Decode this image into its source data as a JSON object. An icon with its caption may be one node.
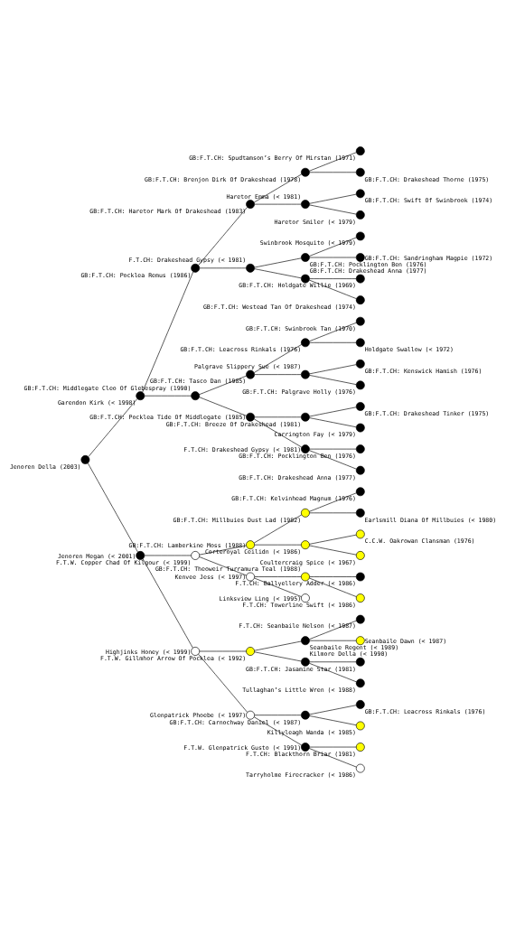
{
  "diagram": {
    "nodes": [
      {
        "text": [],
        "shape": "circle",
        "beside": [
          "GB:F.T.CH: Spudtamson’s Berry Of Mirstan (1971)"
        ]
      },
      {
        "text": [],
        "shape": "circle",
        "beside": [
          "GB:F.T.CH: Brenjon Dirk Of Drakeshead (1978)"
        ]
      },
      {
        "text": [],
        "shape": "circle",
        "beside": [
          "GB:F.T.CH: Drakeshead Thorne (1975)"
        ]
      },
      {
        "text": [],
        "shape": "circle",
        "beside": [
          "GB:F.T.CH: Haretor Mark Of Drakeshead (1983)"
        ]
      },
      {
        "text": [],
        "shape": "circle",
        "beside": [
          "GB:F.T.CH: Swift Of Swinbrook (1974)"
        ]
      },
      {
        "text": [],
        "shape": "circle",
        "beside": [
          "Haretor Emma (< 1981)"
        ]
      },
      {
        "text": [],
        "shape": "circle",
        "beside": [
          "Haretor Smiler (< 1979)"
        ]
      },
      {
        "text": [],
        "shape": "circle",
        "beside": [
          "GB:F.T.CH: Pocklea Remus (1986)"
        ]
      },
      {
        "text": [],
        "shape": "circle",
        "beside": [
          "Swinbrook Mosquito (< 1979)"
        ]
      },
      {
        "text": [],
        "shape": "circle",
        "beside": [
          "GB:F.T.CH: Pocklington Ben (1976)"
        ]
      },
      {
        "text": [],
        "shape": "circle",
        "beside": [
          "GB:F.T.CH: Sandringham Magpie (1972)"
        ]
      },
      {
        "text": [],
        "shape": "circle",
        "beside": [
          "F.T.CH: Drakeshead Gypsy (< 1981)"
        ]
      },
      {
        "text": [],
        "shape": "circle",
        "beside": [
          "GB:F.T.CH: Holdgate Willie (1969)"
        ]
      },
      {
        "text": [],
        "shape": "circle",
        "beside": [
          "GB:F.T.CH: Drakeshead Anna (1977)"
        ]
      },
      {
        "text": [],
        "shape": "circle",
        "beside": [
          "GB:F.T.CH: Westead Tan Of Drakeshead (1974)"
        ]
      },
      {
        "text": [],
        "shape": "circle",
        "beside": [
          "Garendon Kirk (< 1998)"
        ]
      },
      {
        "text": [],
        "shape": "circle",
        "beside": [
          "GB:F.T.CH: Swinbrook Tan (1970)"
        ]
      },
      {
        "text": [],
        "shape": "circle",
        "beside": [
          "GB:F.T.CH: Leacross Rinkals (1976)"
        ]
      },
      {
        "text": [],
        "shape": "circle",
        "beside": [
          "Holdgate Swallow (< 1972)"
        ]
      },
      {
        "text": [],
        "shape": "circle",
        "beside": [
          "GB:F.T.CH: Tasco Dan (1985)"
        ]
      },
      {
        "text": [],
        "shape": "circle",
        "beside": [
          "GB:F.T.CH: Kenswick Hamish (1976)"
        ]
      },
      {
        "text": [],
        "shape": "circle",
        "beside": [
          "Palgrave Slippery Sue (< 1987)"
        ]
      },
      {
        "text": [],
        "shape": "circle",
        "beside": [
          "GB:F.T.CH: Palgrave Holly (1976)"
        ]
      },
      {
        "text": [],
        "shape": "circle",
        "beside": [
          "GB:F.T.CH: Middlegate Cleo Of Glebespray (1990)"
        ]
      },
      {
        "text": [],
        "shape": "circle",
        "beside": [
          "GB:F.T.CH: Drakeshead Tinker (1975)"
        ]
      },
      {
        "text": [],
        "shape": "circle",
        "beside": [
          "GB:F.T.CH: Breeze Of Drakeshead (1981)"
        ]
      },
      {
        "text": [],
        "shape": "circle",
        "beside": [
          "Carrington Fay (< 1979)"
        ]
      },
      {
        "text": [],
        "shape": "circle",
        "beside": [
          "GB:F.T.CH: Pocklea Tide Of Middlegate (1985)"
        ]
      },
      {
        "text": [],
        "shape": "circle",
        "beside": [
          "GB:F.T.CH: Pocklington Ben (1976)"
        ]
      },
      {
        "text": [],
        "shape": "circle",
        "beside": [
          "F.T.CH: Drakeshead Gypsy (< 1981)"
        ]
      },
      {
        "text": [],
        "shape": "circle",
        "beside": [
          "GB:F.T.CH: Drakeshead Anna (1977)"
        ]
      },
      {
        "text": [],
        "shape": "circle",
        "beside": [
          "Jenoren Della (2003)"
        ]
      },
      {
        "text": [],
        "shape": "circle",
        "beside": [
          "GB:F.T.CH: Kelvinhead Magnum (1976)"
        ]
      },
      {
        "text": [],
        "shape": "circle",
        "beside": [
          "GB:F.T.CH: Millbuies Dust Lad (1982)"
        ]
      },
      {
        "text": [],
        "shape": "circle",
        "beside": [
          "Earlsmill Diana Of Millbuies (< 1980)"
        ]
      },
      {
        "text": [],
        "shape": "circle",
        "beside": [
          "GB:F.T.CH: Lamberkine Moss (1988)"
        ]
      },
      {
        "text": [],
        "shape": "circle",
        "beside": [
          "C.C.W. Oakrowan Clansman (1976)"
        ]
      },
      {
        "text": [],
        "shape": "circle",
        "beside": [
          "Corteroyal Ceilidn (< 1986)"
        ]
      },
      {
        "text": [],
        "shape": "circle",
        "beside": [
          "Coultercraig Spice (< 1967)"
        ]
      },
      {
        "text": [],
        "shape": "circle",
        "beside": [
          "F.T.W. Copper Chad Of Kilgour (< 1999)"
        ]
      },
      {
        "text": [],
        "shape": "circle",
        "beside": [
          "F.T.CH: Ballyellery Adder (< 1986)"
        ]
      },
      {
        "text": [],
        "shape": "circle",
        "beside": [
          "GB:F.T.CH: Theoweir Turramura Teal (1988)"
        ]
      },
      {
        "text": [],
        "shape": "circle",
        "beside": [
          "F.T.CH: Towerline Swift (< 1986)"
        ]
      },
      {
        "text": [],
        "shape": "circle",
        "beside": [
          "Kenvee Jess (< 1997)"
        ]
      },
      {
        "text": [],
        "shape": "circle",
        "beside": [
          "Linksview Ling (< 1995)"
        ]
      },
      {
        "text": [],
        "shape": "circle",
        "beside": [
          "Jenoren Megan (< 2001)"
        ]
      },
      {
        "text": [],
        "shape": "circle",
        "beside": [
          "F.T.CH: Seanbaile Nelson (< 1987)"
        ]
      },
      {
        "text": [],
        "shape": "circle",
        "beside": [
          "Seanbaile Regent (< 1989)"
        ]
      },
      {
        "text": [],
        "shape": "circle",
        "beside": [
          "Seanbaile Dawn (< 1987)"
        ]
      },
      {
        "text": [],
        "shape": "circle",
        "beside": [
          "F.T.W. Gillmhor Arrow Of Pocklea (< 1992)"
        ]
      },
      {
        "text": [],
        "shape": "circle",
        "beside": [
          "GB:F.T.CH: Jasamine Star (1981)"
        ]
      },
      {
        "text": [],
        "shape": "circle",
        "beside": [
          "Kilmore Della (< 1990)"
        ]
      },
      {
        "text": [],
        "shape": "circle",
        "beside": [
          "Tullaghan’s Little Wren (< 1988)"
        ]
      },
      {
        "text": [],
        "shape": "circle",
        "beside": [
          "Highjinks Honey (< 1999)"
        ]
      },
      {
        "text": [],
        "shape": "circle",
        "beside": [
          "GB:F.T.CH: Leacross Rinkals (1976)"
        ]
      },
      {
        "text": [],
        "shape": "circle",
        "beside": [
          "GB:F.T.CH: Carnochway Daniel (< 1987)"
        ]
      },
      {
        "text": [],
        "shape": "circle",
        "beside": [
          "Killyleagh Wanda (< 1985)"
        ]
      },
      {
        "text": [],
        "shape": "circle",
        "beside": [
          "Glenpatrick Phoebe (< 1997)"
        ]
      },
      {
        "text": [],
        "shape": "circle",
        "beside": [
          "F.T.CH: Blackthorn Briar (1981)"
        ]
      },
      {
        "text": [],
        "shape": "circle",
        "beside": [
          "F.T.W. Glenpatrick Gusto (< 1991)"
        ]
      },
      {
        "text": [],
        "shape": "circle",
        "beside": [
          "Tarryholme Firecracker (< 1986)"
        ]
      }
    ],
    "edges": [
      {
        "from": 31,
        "to": 15,
        "arrow": "none"
      },
      {
        "from": 31,
        "to": 45,
        "arrow": "none"
      },
      {
        "from": 15,
        "to": 7,
        "arrow": "none"
      },
      {
        "from": 15,
        "to": 23,
        "arrow": "none"
      },
      {
        "from": 7,
        "to": 3,
        "arrow": "none"
      },
      {
        "from": 7,
        "to": 11,
        "arrow": "none"
      },
      {
        "from": 3,
        "to": 1,
        "arrow": "none"
      },
      {
        "from": 3,
        "to": 5,
        "arrow": "none"
      },
      {
        "from": 1,
        "to": 0,
        "arrow": "none"
      },
      {
        "from": 1,
        "to": 2,
        "arrow": "none"
      },
      {
        "from": 5,
        "to": 4,
        "arrow": "none"
      },
      {
        "from": 5,
        "to": 6,
        "arrow": "none"
      },
      {
        "from": 11,
        "to": 9,
        "arrow": "none"
      },
      {
        "from": 11,
        "to": 13,
        "arrow": "none"
      },
      {
        "from": 9,
        "to": 8,
        "arrow": "none"
      },
      {
        "from": 9,
        "to": 10,
        "arrow": "none"
      },
      {
        "from": 13,
        "to": 12,
        "arrow": "none"
      },
      {
        "from": 13,
        "to": 14,
        "arrow": "none"
      },
      {
        "from": 23,
        "to": 19,
        "arrow": "none"
      },
      {
        "from": 23,
        "to": 27,
        "arrow": "none"
      },
      {
        "from": 19,
        "to": 17,
        "arrow": "none"
      },
      {
        "from": 19,
        "to": 21,
        "arrow": "none"
      },
      {
        "from": 17,
        "to": 16,
        "arrow": "none"
      },
      {
        "from": 17,
        "to": 18,
        "arrow": "none"
      },
      {
        "from": 21,
        "to": 20,
        "arrow": "none"
      },
      {
        "from": 21,
        "to": 22,
        "arrow": "none"
      },
      {
        "from": 27,
        "to": 25,
        "arrow": "none"
      },
      {
        "from": 27,
        "to": 29,
        "arrow": "none"
      },
      {
        "from": 25,
        "to": 24,
        "arrow": "none"
      },
      {
        "from": 25,
        "to": 26,
        "arrow": "none"
      },
      {
        "from": 29,
        "to": 28,
        "arrow": "none"
      },
      {
        "from": 29,
        "to": 30,
        "arrow": "none"
      },
      {
        "from": 45,
        "to": 39,
        "arrow": "none"
      },
      {
        "from": 45,
        "to": 53,
        "arrow": "none"
      },
      {
        "from": 39,
        "to": 35,
        "arrow": "none"
      },
      {
        "from": 39,
        "to": 43,
        "arrow": "none"
      },
      {
        "from": 35,
        "to": 33,
        "arrow": "none"
      },
      {
        "from": 35,
        "to": 37,
        "arrow": "none"
      },
      {
        "from": 33,
        "to": 32,
        "arrow": "none"
      },
      {
        "from": 33,
        "to": 34,
        "arrow": "none"
      },
      {
        "from": 37,
        "to": 36,
        "arrow": "none"
      },
      {
        "from": 37,
        "to": 38,
        "arrow": "none"
      },
      {
        "from": 43,
        "to": 41,
        "arrow": "none"
      },
      {
        "from": 43,
        "to": 44,
        "arrow": "none"
      },
      {
        "from": 41,
        "to": 40,
        "arrow": "none"
      },
      {
        "from": 41,
        "to": 42,
        "arrow": "none"
      },
      {
        "from": 53,
        "to": 49,
        "arrow": "none"
      },
      {
        "from": 53,
        "to": 57,
        "arrow": "none"
      },
      {
        "from": 49,
        "to": 47,
        "arrow": "none"
      },
      {
        "from": 49,
        "to": 51,
        "arrow": "none"
      },
      {
        "from": 47,
        "to": 46,
        "arrow": "none"
      },
      {
        "from": 47,
        "to": 48,
        "arrow": "none"
      },
      {
        "from": 51,
        "to": 50,
        "arrow": "none"
      },
      {
        "from": 51,
        "to": 52,
        "arrow": "none"
      },
      {
        "from": 57,
        "to": 55,
        "arrow": "none"
      },
      {
        "from": 57,
        "to": 59,
        "arrow": "none"
      },
      {
        "from": 55,
        "to": 54,
        "arrow": "none"
      },
      {
        "from": 55,
        "to": 56,
        "arrow": "none"
      },
      {
        "from": 59,
        "to": 58,
        "arrow": "none"
      },
      {
        "from": 59,
        "to": 60,
        "arrow": "none"
      }
    ]
  }
}
